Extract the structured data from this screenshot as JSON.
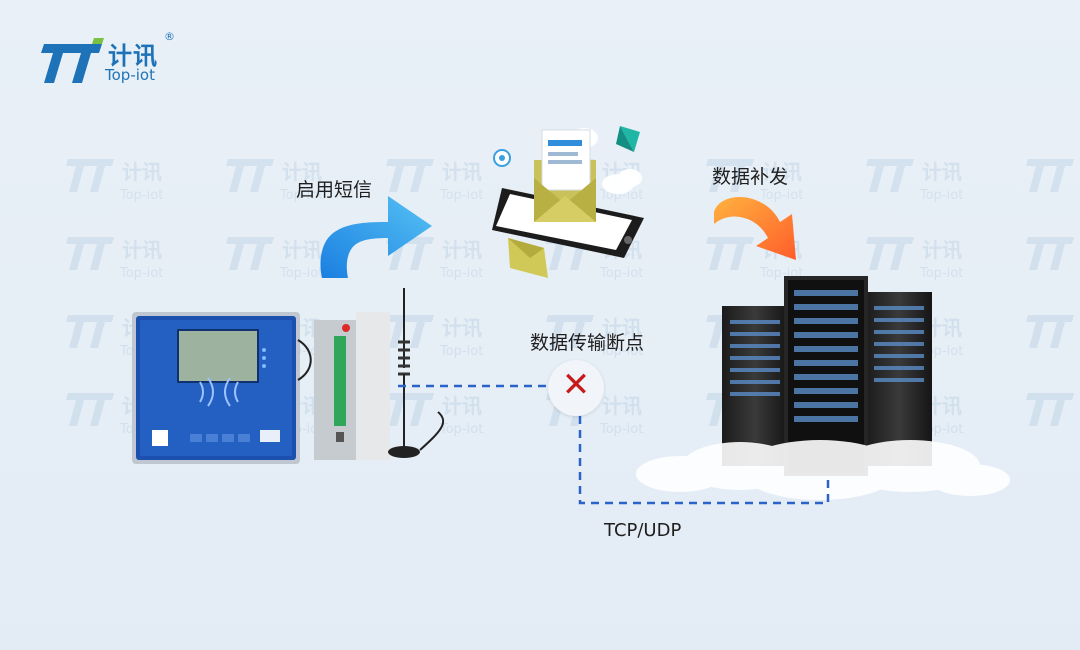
{
  "logo": {
    "cn": "计讯",
    "en": "Top-iot",
    "reg": "®"
  },
  "labels": {
    "sms": "启用短信",
    "resend": "数据补发",
    "breakpoint": "数据传输断点",
    "protocol": "TCP/UDP"
  },
  "icons": {
    "breakpoint_mark": "✕"
  },
  "colors": {
    "brand": "#1e73b8",
    "link_line": "#2b63c9",
    "break_mark": "#c61b1b",
    "sms_arrow": "#2f9ee8",
    "resend_arrow": "#ff7a2e"
  }
}
